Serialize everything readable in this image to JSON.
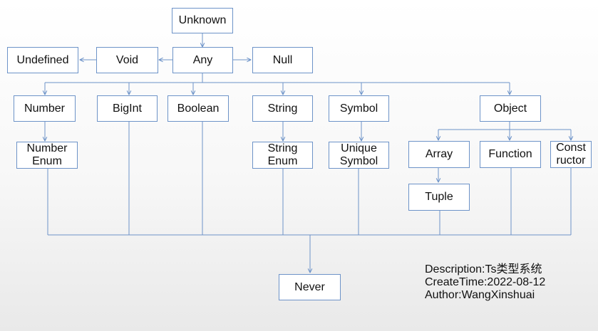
{
  "nodes": {
    "unknown": "Unknown",
    "undefined": "Undefined",
    "void": "Void",
    "any": "Any",
    "null": "Null",
    "number": "Number",
    "bigint": "BigInt",
    "boolean": "Boolean",
    "string": "String",
    "symbol": "Symbol",
    "object": "Object",
    "number_enum": "Number\nEnum",
    "string_enum": "String\nEnum",
    "unique_symbol": "Unique\nSymbol",
    "array": "Array",
    "function": "Function",
    "constructor": "Const\nructor",
    "tuple": "Tuple",
    "never": "Never"
  },
  "meta": {
    "description": "Description:Ts类型系统",
    "create_time": "CreateTime:2022-08-12",
    "author": "Author:WangXinshuai"
  },
  "colors": {
    "line": "#6d93c8",
    "box_border": "#6d93c8",
    "box_fill": "#ffffff"
  }
}
